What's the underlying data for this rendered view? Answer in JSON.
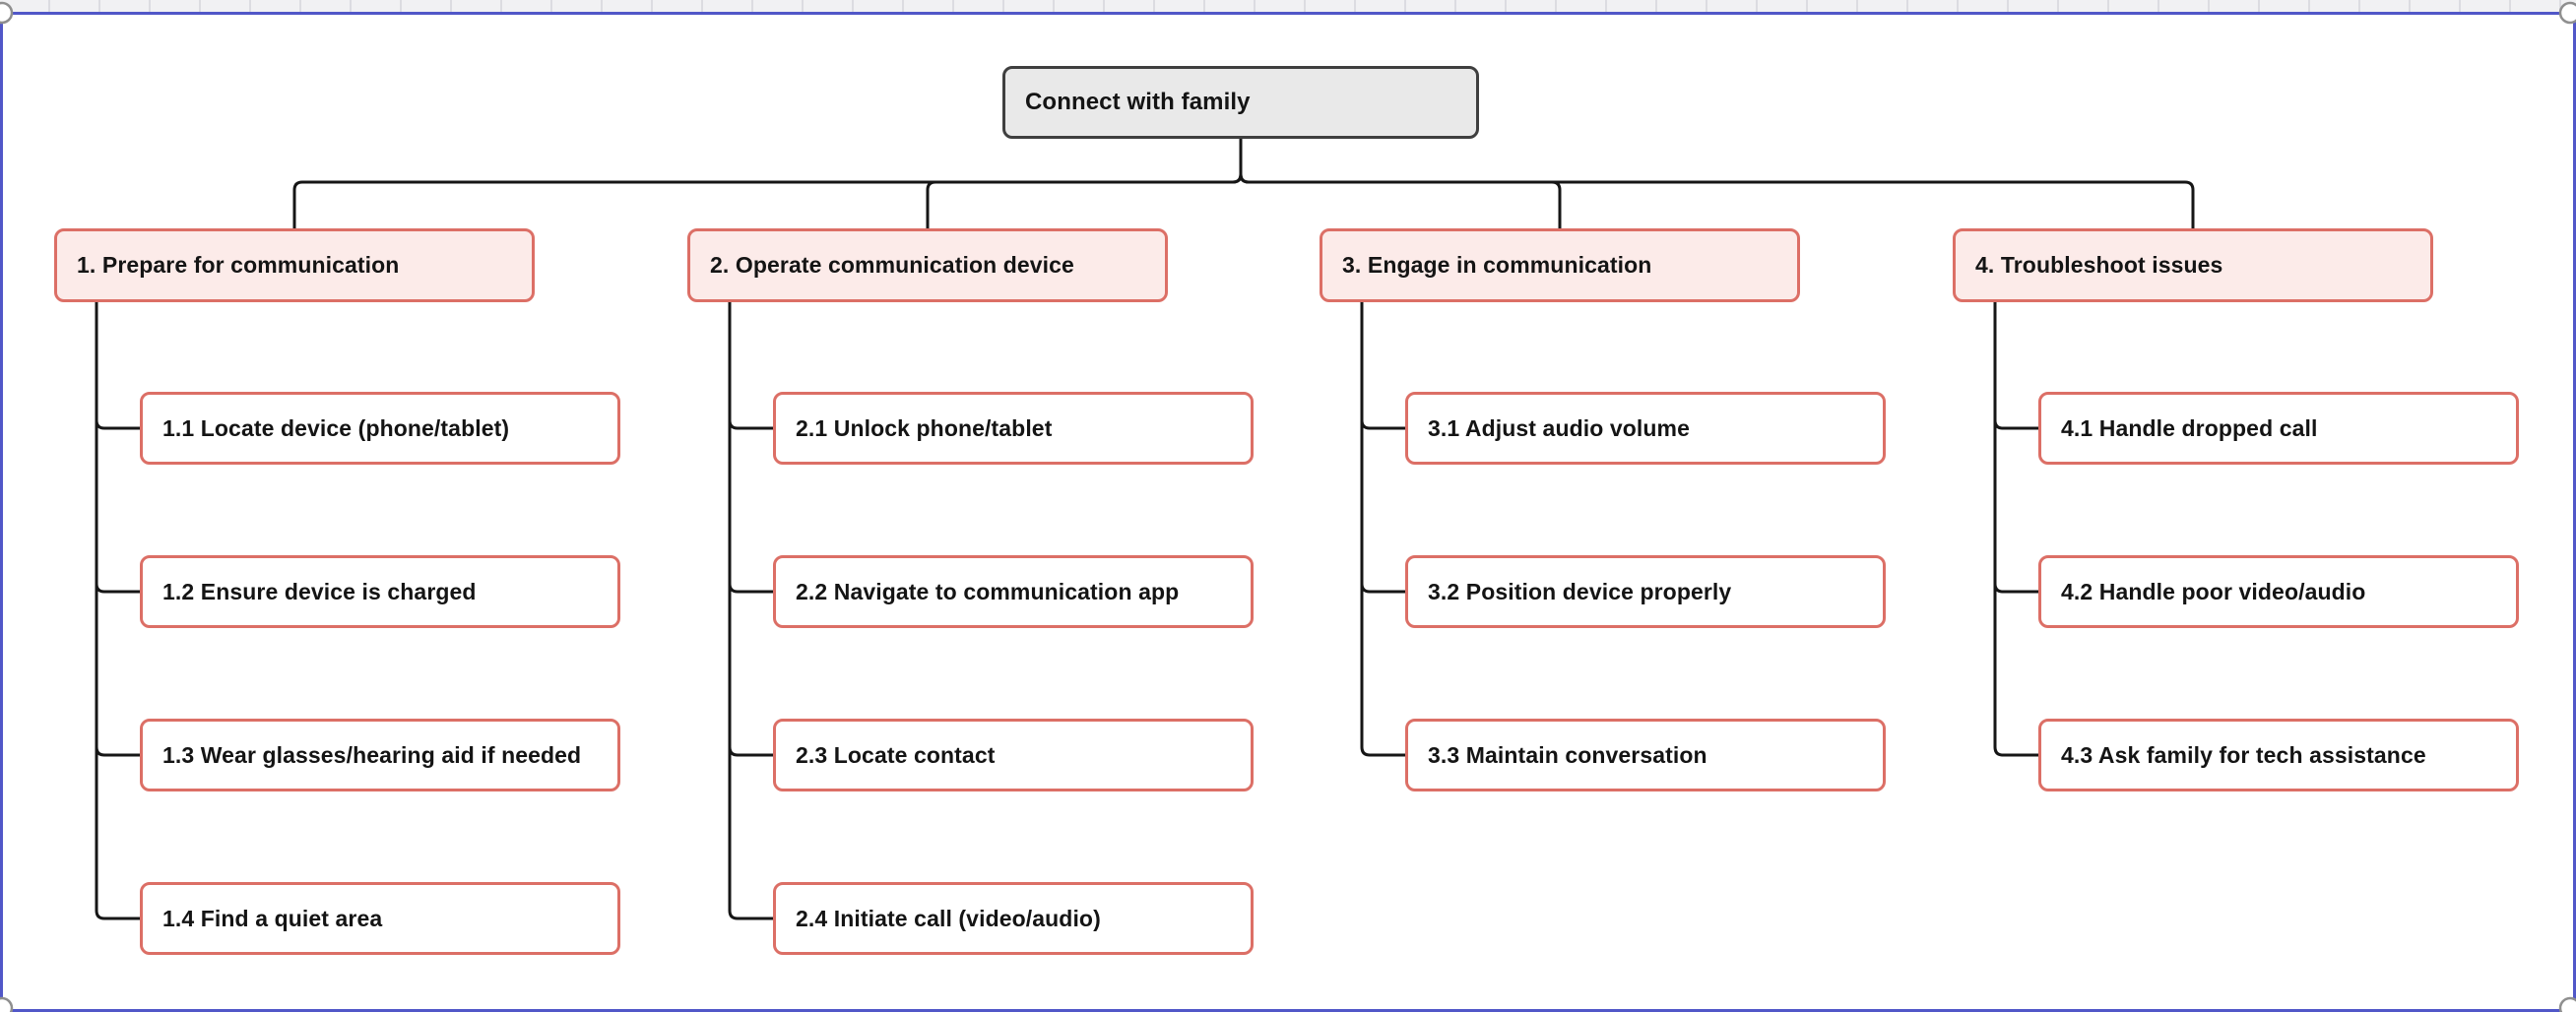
{
  "diagram": {
    "root": {
      "label": "Connect with family"
    },
    "groups": [
      {
        "label": "1. Prepare for communication",
        "children": [
          {
            "label": "1.1 Locate device (phone/tablet)"
          },
          {
            "label": "1.2 Ensure device is charged"
          },
          {
            "label": "1.3 Wear glasses/hearing aid if needed"
          },
          {
            "label": "1.4 Find a quiet area"
          }
        ]
      },
      {
        "label": "2. Operate communication device",
        "children": [
          {
            "label": "2.1 Unlock phone/tablet"
          },
          {
            "label": "2.2 Navigate to communication app"
          },
          {
            "label": "2.3 Locate contact"
          },
          {
            "label": "2.4 Initiate call (video/audio)"
          }
        ]
      },
      {
        "label": "3. Engage in communication",
        "children": [
          {
            "label": "3.1 Adjust audio volume"
          },
          {
            "label": "3.2 Position device properly"
          },
          {
            "label": "3.3 Maintain conversation"
          }
        ]
      },
      {
        "label": "4. Troubleshoot issues",
        "children": [
          {
            "label": "4.1 Handle dropped call"
          },
          {
            "label": "4.2 Handle poor video/audio"
          },
          {
            "label": "4.3 Ask family for tech assistance"
          }
        ]
      }
    ]
  },
  "colors": {
    "root_fill": "#e9e9e9",
    "root_border": "#3f3f3f",
    "group_fill": "#fcebe9",
    "task_fill": "#ffffff",
    "node_border": "#dc6f66",
    "connector": "#161616",
    "selection_frame": "#5157c8",
    "handle_border": "#8f8f8f",
    "ruler_background": "#f1f1f3"
  }
}
